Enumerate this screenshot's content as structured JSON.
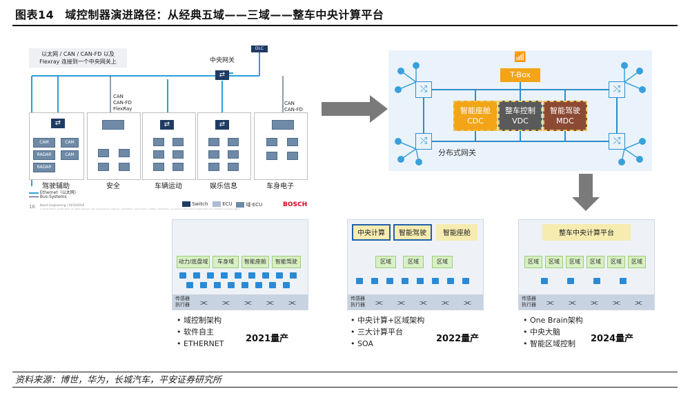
{
  "header": {
    "figure_no": "图表14",
    "title": "域控制器演进路径：从经典五域——三域——整车中央计算平台"
  },
  "source": "资料来源：博世，华为，长城汽车，平安证券研究所",
  "panel1": {
    "note": "以太网 / CAN / CAN-FD 以及 Flexray 连接到一个中央网关上",
    "gateway": "中央网关",
    "dlc": "DLC",
    "bus_a": "CAN CAN-FD FlexRay",
    "bus_b": "CAN CAN-FD",
    "zones": [
      "驾驶辅助",
      "安全",
      "车辆运动",
      "娱乐信息",
      "车身电子"
    ],
    "sensors": [
      "CAM",
      "CAM",
      "CAM",
      "CAM",
      "RADAR",
      "RADAR"
    ],
    "legend_ethernet": "Ethernet（以太网）",
    "legend_bus": "Bus-Systems",
    "legend_switch": "Switch",
    "legend_ecu": "ECU",
    "legend_domain_ecu": "域-ECU",
    "brand": "BOSCH",
    "page": "16",
    "footer_org": "Bosch Engineering | 10/10/2016",
    "footer_legal": "© Robert Bosch GmbH 2016. All rights reserved, also regarding any disposal, exploitation, reproduction, editing, distribution, as well as in the event of applications for industrial property rights."
  },
  "panel2": {
    "tbox": "T-Box",
    "cdc": [
      "智能座舱",
      "CDC"
    ],
    "vdc": [
      "整车控制",
      "VDC"
    ],
    "mdc": [
      "智能驾驶",
      "MDC"
    ],
    "gateway_label": "分布式网关",
    "colors": {
      "cdc": "#f3a417",
      "vdc": "#5a5a5a",
      "mdc": "#8c4a34",
      "tbox": "#f3a417"
    }
  },
  "lower": [
    {
      "domains": [
        "动力/底盘域",
        "车身域",
        "智能座舱",
        "智能驾驶"
      ],
      "sensor_label": "传感器 执行器",
      "bullets": [
        "域控制架构",
        "软件自主",
        "ETHERNET"
      ],
      "year": "2021量产"
    },
    {
      "top": [
        "中央计算",
        "智能驾驶",
        "智能座舱"
      ],
      "domains": [
        "区域",
        "区域",
        "区域"
      ],
      "sensor_label": "传感器 执行器",
      "bullets": [
        "中央计算+区域架构",
        "三大计算平台",
        "SOA"
      ],
      "year": "2022量产"
    },
    {
      "top": [
        "整车中央计算平台"
      ],
      "domains": [
        "区域",
        "区域",
        "区域",
        "区域",
        "区域",
        "区域"
      ],
      "sensor_label": "传感器 执行器",
      "bullets": [
        "One Brain架构",
        "中央大脑",
        "智能区域控制"
      ],
      "year": "2024量产"
    }
  ]
}
